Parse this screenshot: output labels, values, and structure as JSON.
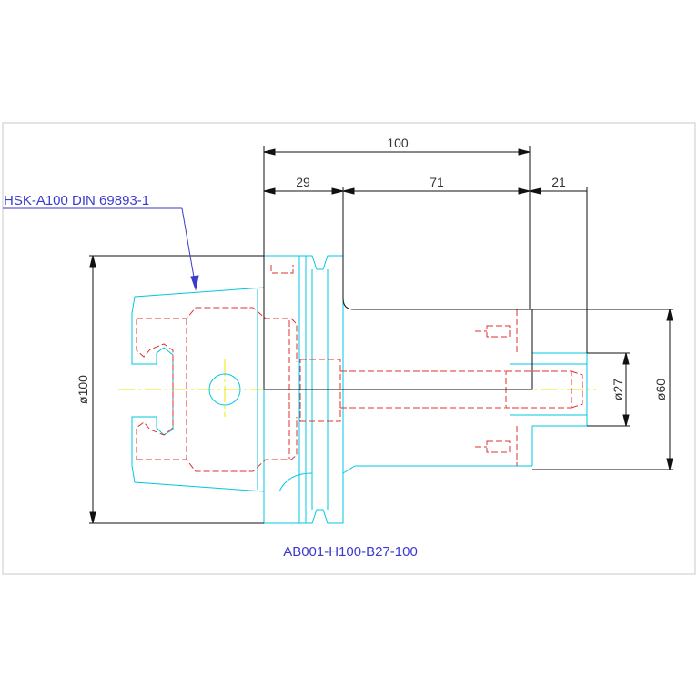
{
  "colors": {
    "background": "#ffffff",
    "frame": "#c8c8c8",
    "dimension": "#111111",
    "outline": "#00c8e0",
    "hidden": "#e03030",
    "centerline": "#e8e800",
    "annotation": "#3b3bcc"
  },
  "annotations": {
    "standard": "HSK-A100 DIN 69893-1",
    "part_number": "AB001-H100-B27-100"
  },
  "dimensions": {
    "overall_length": "100",
    "flange_length": "29",
    "body_length": "71",
    "nose_length": "21",
    "shank_diameter": "ø100",
    "bore_diameter": "ø27",
    "body_diameter": "ø60"
  }
}
